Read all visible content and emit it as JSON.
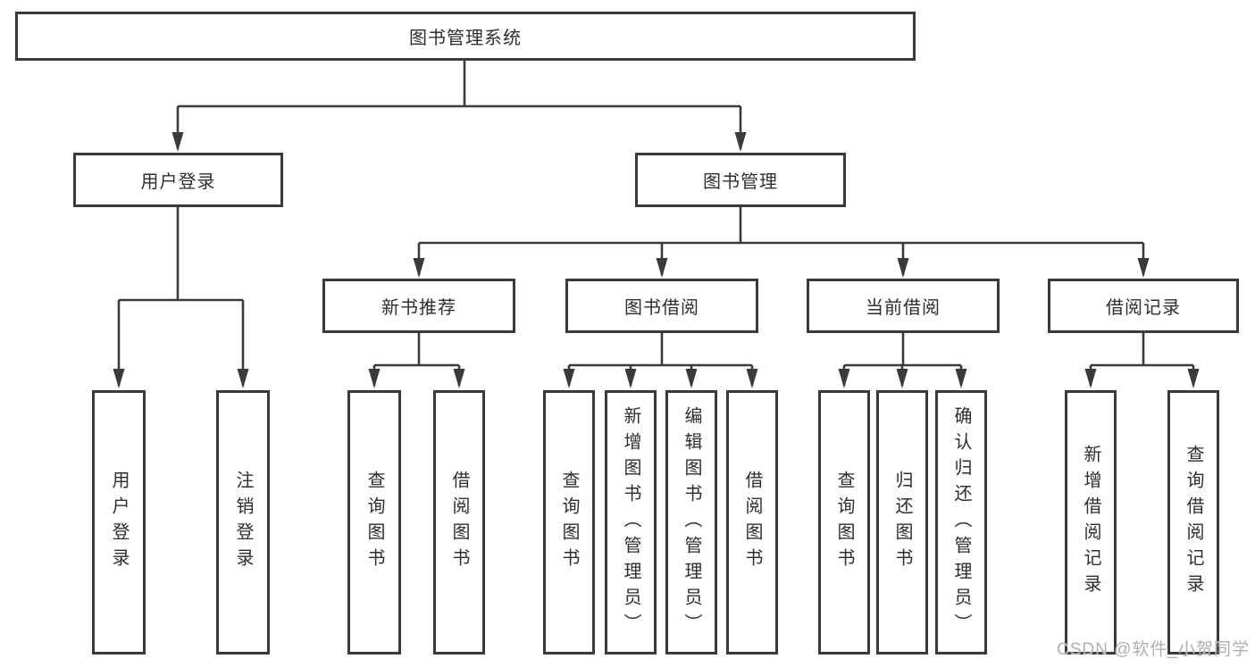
{
  "diagram": {
    "root": "图书管理系统",
    "level2": [
      "用户登录",
      "图书管理"
    ],
    "level3": [
      "新书推荐",
      "图书借阅",
      "当前借阅",
      "借阅记录"
    ],
    "leaves": {
      "user_login": [
        "用户登录",
        "注销登录"
      ],
      "new_book": [
        "查询图书",
        "借阅图书"
      ],
      "book_borrow": [
        "查询图书",
        "新增图书（管理员）",
        "编辑图书（管理员）",
        "借阅图书"
      ],
      "current_borrow": [
        "查询图书",
        "归还图书",
        "确认归还（管理员）"
      ],
      "borrow_records": [
        "新增借阅记录",
        "查询借阅记录"
      ]
    },
    "line_color": "#3a3a3a",
    "box_background": "#ffffff",
    "text_color": "#2e2e2e"
  },
  "watermark": {
    "text": "CSDN @软件_小贺同学",
    "color": "#a8abb0"
  }
}
